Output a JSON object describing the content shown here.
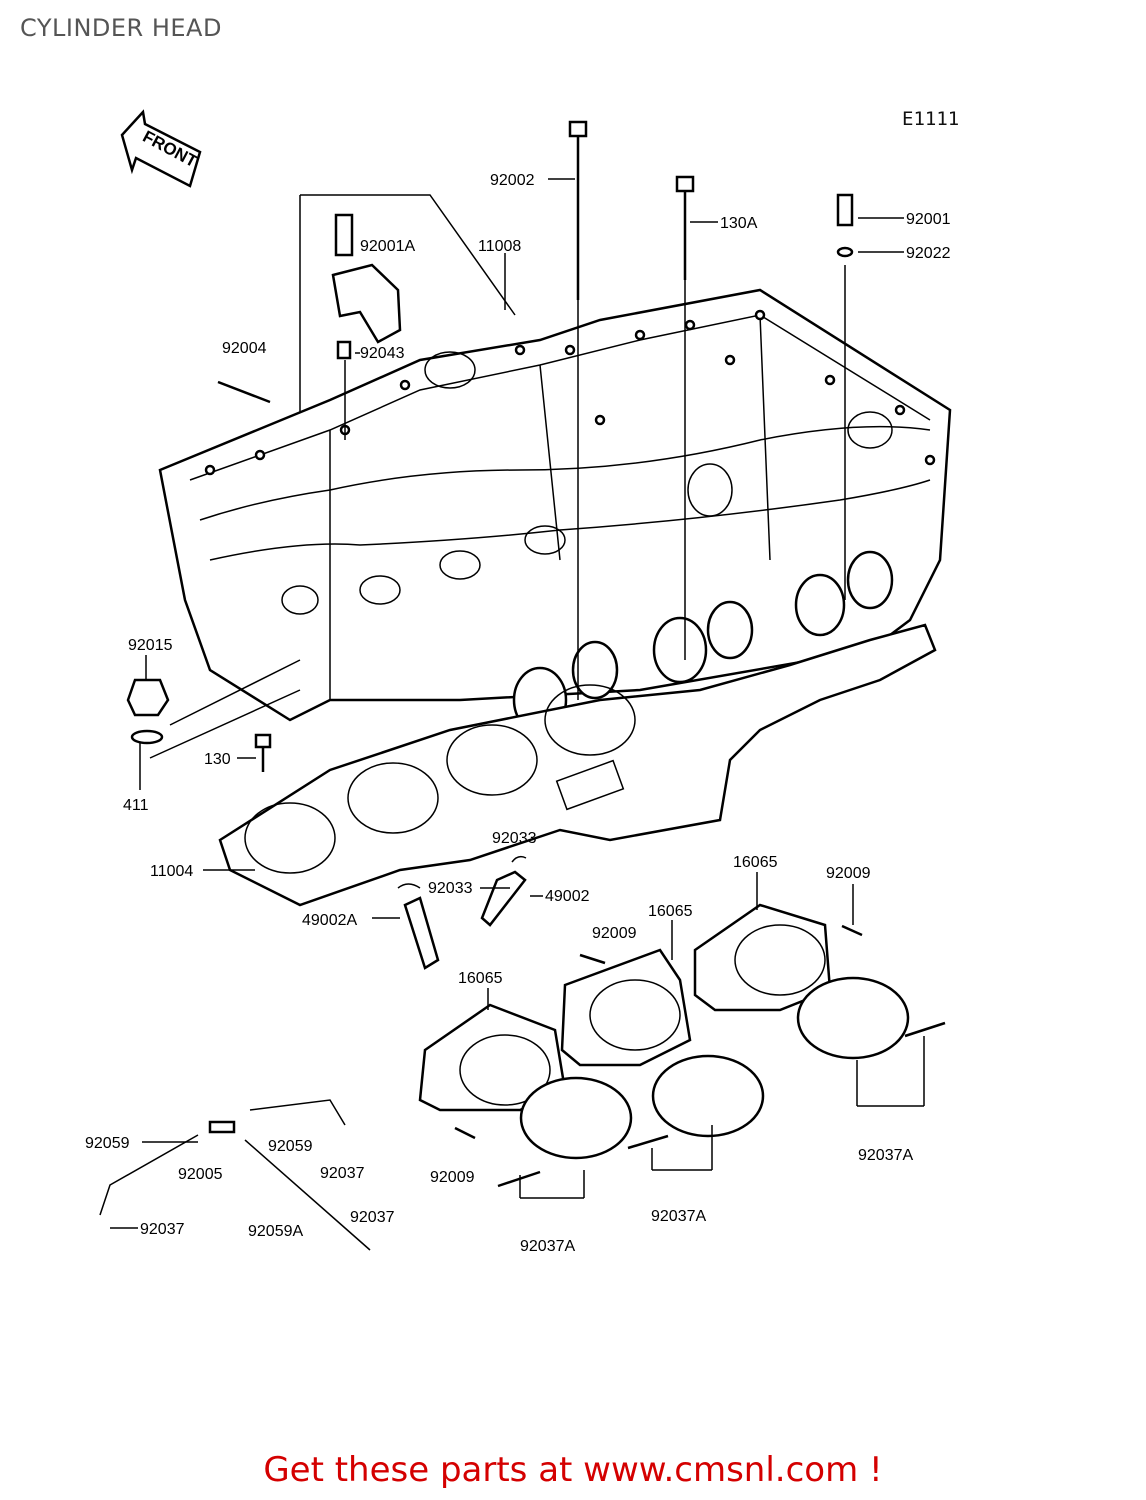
{
  "header": {
    "title": "CYLINDER HEAD",
    "diagram_code": "E1111"
  },
  "front_arrow": {
    "label": "FRONT"
  },
  "parts": [
    {
      "label": "92002"
    },
    {
      "label": "130A"
    },
    {
      "label": "92001"
    },
    {
      "label": "92022"
    },
    {
      "label": "92001A"
    },
    {
      "label": "11008"
    },
    {
      "label": "92004"
    },
    {
      "label": "92043"
    },
    {
      "label": "92015"
    },
    {
      "label": "411"
    },
    {
      "label": "130"
    },
    {
      "label": "11004"
    },
    {
      "label": "92033"
    },
    {
      "label": "92033"
    },
    {
      "label": "49002"
    },
    {
      "label": "49002A"
    },
    {
      "label": "16065"
    },
    {
      "label": "16065"
    },
    {
      "label": "16065"
    },
    {
      "label": "92009"
    },
    {
      "label": "92009"
    },
    {
      "label": "92009"
    },
    {
      "label": "92059"
    },
    {
      "label": "92005"
    },
    {
      "label": "92059"
    },
    {
      "label": "92037"
    },
    {
      "label": "92037"
    },
    {
      "label": "92059A"
    },
    {
      "label": "92037"
    },
    {
      "label": "92037A"
    },
    {
      "label": "92037A"
    },
    {
      "label": "92037A"
    }
  ],
  "footer": {
    "promo": "Get these parts at www.cmsnl.com !"
  }
}
